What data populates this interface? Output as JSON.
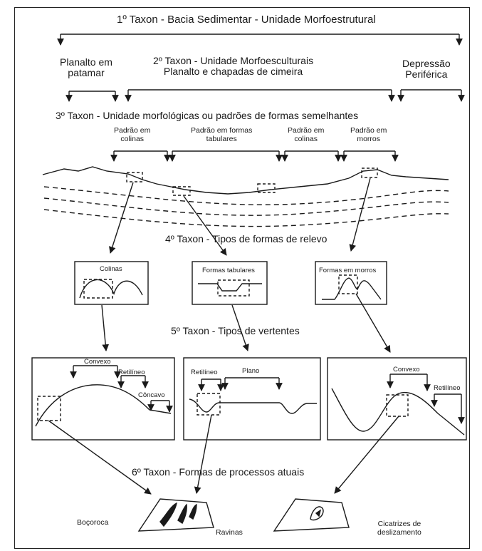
{
  "taxon1": {
    "title": "1º Taxon - Bacia Sedimentar - Unidade Morfoestrutural"
  },
  "taxon2": {
    "title_line1": "2º Taxon - Unidade Morfoesculturais",
    "title_line2": "Planalto e chapadas de cimeira",
    "left_line1": "Planalto em",
    "left_line2": "patamar",
    "right_line1": "Depressão",
    "right_line2": "Periférica"
  },
  "taxon3": {
    "title": "3º Taxon - Unidade morfológicas ou padrões de formas semelhantes",
    "patterns": [
      {
        "line1": "Padrão em",
        "line2": "colinas"
      },
      {
        "line1": "Padrão em formas",
        "line2": "tabulares"
      },
      {
        "line1": "Padrão em",
        "line2": "colinas"
      },
      {
        "line1": "Padrão em",
        "line2": "morros"
      }
    ]
  },
  "taxon4": {
    "title": "4º Taxon - Tipos de formas de relevo",
    "boxes": [
      "Colinas",
      "Formas tabulares",
      "Formas em morros"
    ]
  },
  "taxon5": {
    "title": "5º Taxon - Tipos de vertentes",
    "panel1": {
      "convexo": "Convexo",
      "retilineo": "Retilíneo",
      "concavo": "Côncavo"
    },
    "panel2": {
      "retilineo": "Retilíneo",
      "plano": "Plano"
    },
    "panel3": {
      "convexo": "Convexo",
      "retilineo": "Retilíneo"
    }
  },
  "taxon6": {
    "title": "6º Taxon - Formas de processos atuais",
    "bocoroca": "Boçoroca",
    "ravinas": "Ravinas",
    "cicatrizes_line1": "Cicatrizes de",
    "cicatrizes_line2": "deslizamento"
  },
  "colors": {
    "line": "#1a1a1a",
    "background": "#ffffff"
  }
}
